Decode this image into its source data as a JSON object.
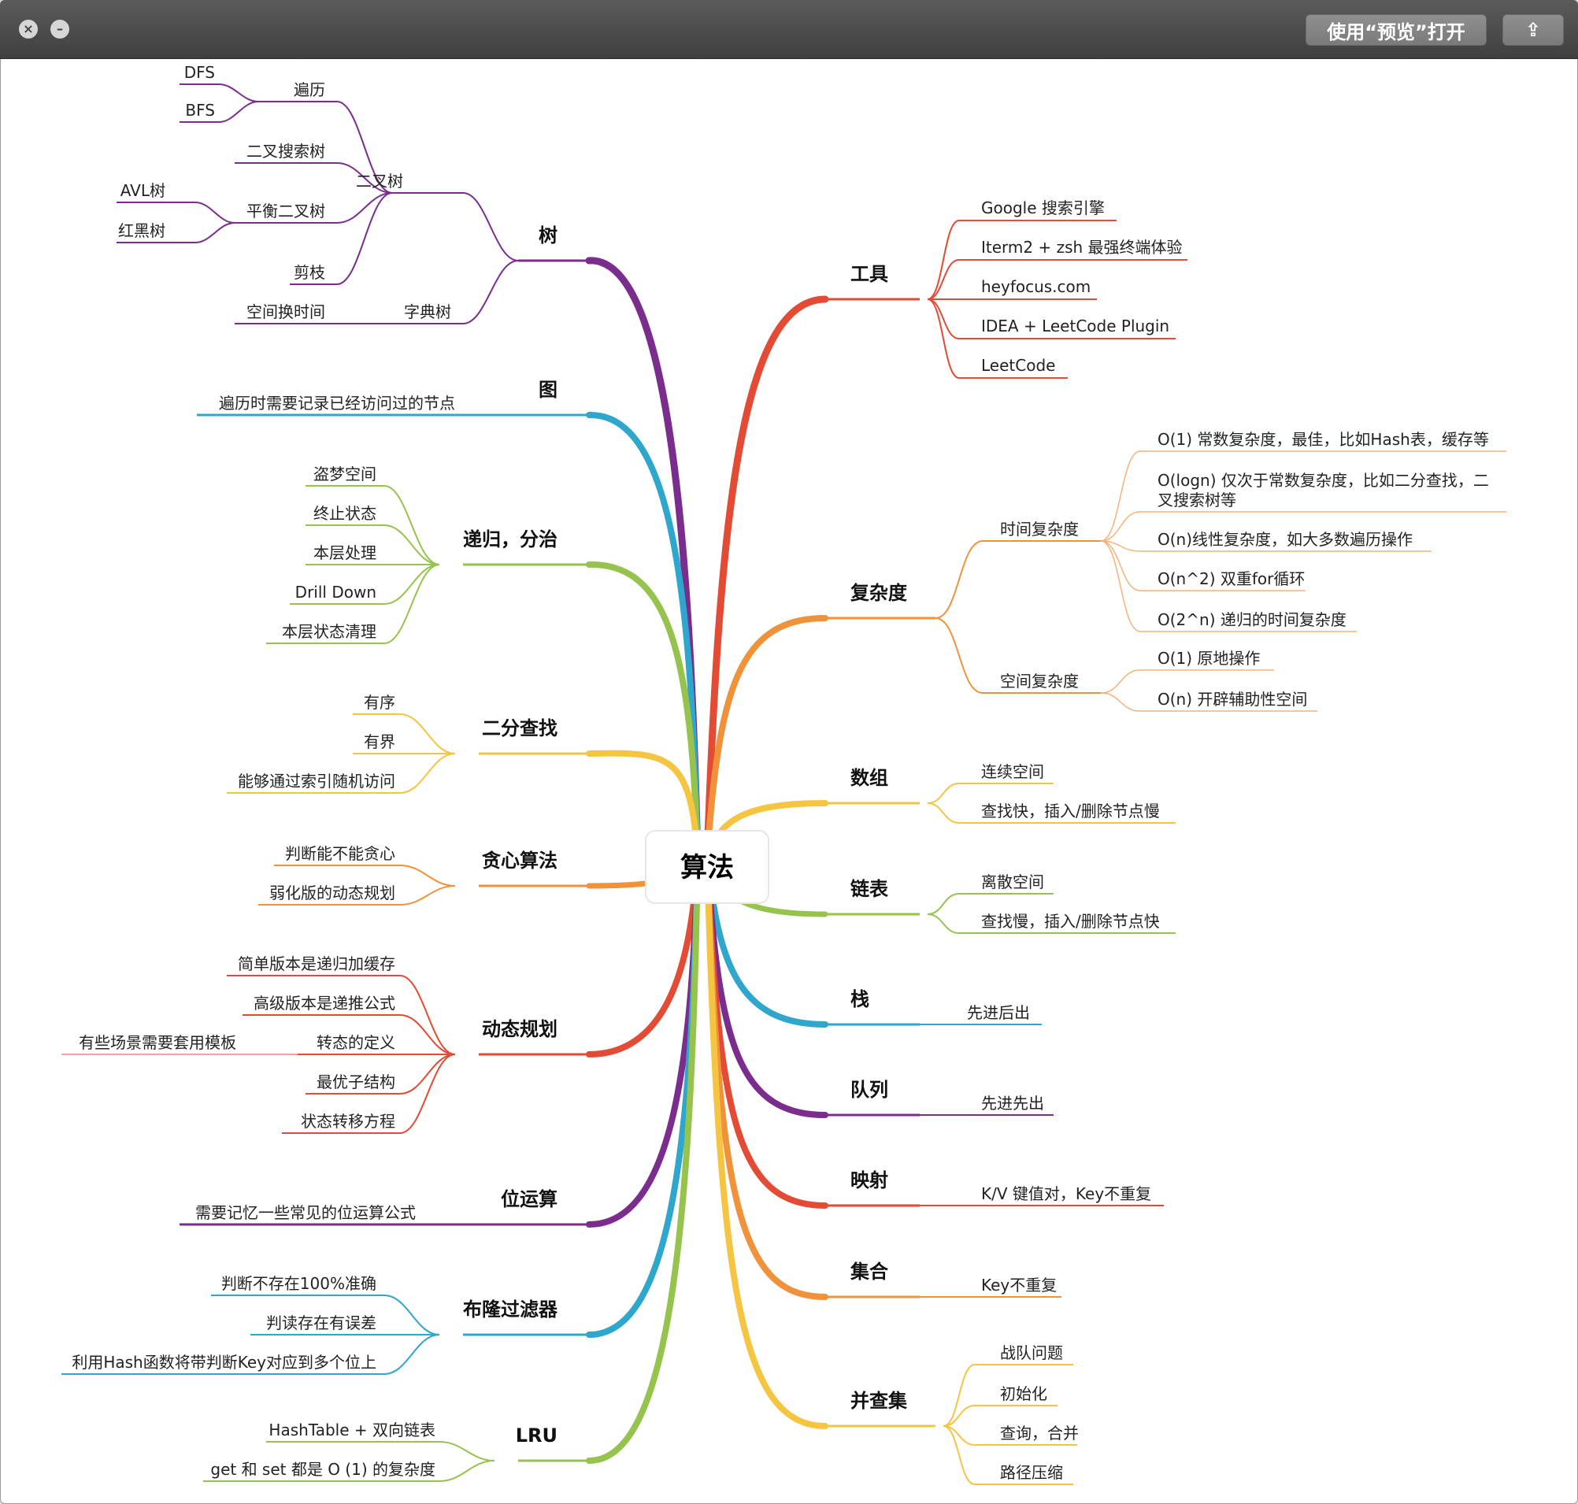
{
  "window": {
    "close_icon": "×",
    "minimize_icon": "–",
    "open_with_preview_label": "使用“预览”打开",
    "share_icon": "⇪"
  },
  "mindmap": {
    "center": "算法",
    "colors": {
      "purple": "#7b2d8e",
      "blue": "#2fa6cc",
      "green": "#96c24e",
      "yellow": "#f5c542",
      "orange": "#f0923a",
      "red": "#e34b35"
    },
    "left": [
      {
        "label": "树",
        "color": "#7b2d8e"
      },
      {
        "label": "图",
        "color": "#2fa6cc"
      },
      {
        "label": "递归，分治",
        "color": "#96c24e"
      },
      {
        "label": "二分查找",
        "color": "#f5c542"
      },
      {
        "label": "贪心算法",
        "color": "#f0923a"
      },
      {
        "label": "动态规划",
        "color": "#e34b35"
      },
      {
        "label": "位运算",
        "color": "#7b2d8e"
      },
      {
        "label": "布隆过滤器",
        "color": "#2fa6cc"
      },
      {
        "label": "LRU",
        "color": "#96c24e"
      }
    ],
    "right": [
      {
        "label": "工具",
        "color": "#e34b35"
      },
      {
        "label": "复杂度",
        "color": "#f0923a"
      },
      {
        "label": "数组",
        "color": "#f5c542"
      },
      {
        "label": "链表",
        "color": "#96c24e"
      },
      {
        "label": "栈",
        "color": "#2fa6cc"
      },
      {
        "label": "队列",
        "color": "#7b2d8e"
      },
      {
        "label": "映射",
        "color": "#e34b35"
      },
      {
        "label": "集合",
        "color": "#f0923a"
      },
      {
        "label": "并查集",
        "color": "#f5c542"
      }
    ],
    "tree": {
      "binary_tree": "二叉树",
      "traversal": "遍历",
      "dfs": "DFS",
      "bfs": "BFS",
      "bst": "二叉搜索树",
      "balanced": "平衡二叉树",
      "avl": "AVL树",
      "rbtree": "红黑树",
      "pruning": "剪枝",
      "trie": "字典树",
      "space_for_time": "空间换时间"
    },
    "graph": {
      "visited": "遍历时需要记录已经访问过的节点"
    },
    "recursion": [
      "盗梦空间",
      "终止状态",
      "本层处理",
      "Drill Down",
      "本层状态清理"
    ],
    "binary_search": [
      "有序",
      "有界",
      "能够通过索引随机访问"
    ],
    "greedy": [
      "判断能不能贪心",
      "弱化版的动态规划"
    ],
    "dp": {
      "items": [
        "简单版本是递归加缓存",
        "高级版本是递推公式",
        "转态的定义",
        "最优子结构",
        "状态转移方程"
      ],
      "template_note": "有些场景需要套用模板"
    },
    "bit": {
      "formula": "需要记忆一些常见的位运算公式"
    },
    "bloom": [
      "判断不存在100%准确",
      "判读存在有误差",
      "利用Hash函数将带判断Key对应到多个位上"
    ],
    "lru": [
      "HashTable + 双向链表",
      "get 和 set 都是 O (1) 的复杂度"
    ],
    "tools": [
      "Google 搜索引擎",
      "Iterm2 + zsh 最强终端体验",
      "heyfocus.com",
      "IDEA + LeetCode Plugin",
      "LeetCode"
    ],
    "complexity": {
      "time": "时间复杂度",
      "time_items": [
        "O(1) 常数复杂度，最佳，比如Hash表，缓存等",
        "O(logn) 仅次于常数复杂度，比如二分查找，二",
        "叉搜索树等",
        "O(n)线性复杂度，如大多数遍历操作",
        "O(n^2) 双重for循环",
        "O(2^n) 递归的时间复杂度"
      ],
      "space": "空间复杂度",
      "space_items": [
        "O(1) 原地操作",
        "O(n) 开辟辅助性空间"
      ]
    },
    "array": [
      "连续空间",
      "查找快，插入/删除节点慢"
    ],
    "linked_list": [
      "离散空间",
      "查找慢，插入/删除节点快"
    ],
    "stack": {
      "rule": "先进后出"
    },
    "queue": {
      "rule": "先进先出"
    },
    "map": {
      "rule": "K/V 键值对，Key不重复"
    },
    "set": {
      "rule": "Key不重复"
    },
    "union_find": [
      "战队问题",
      "初始化",
      "查询，合并",
      "路径压缩"
    ]
  }
}
